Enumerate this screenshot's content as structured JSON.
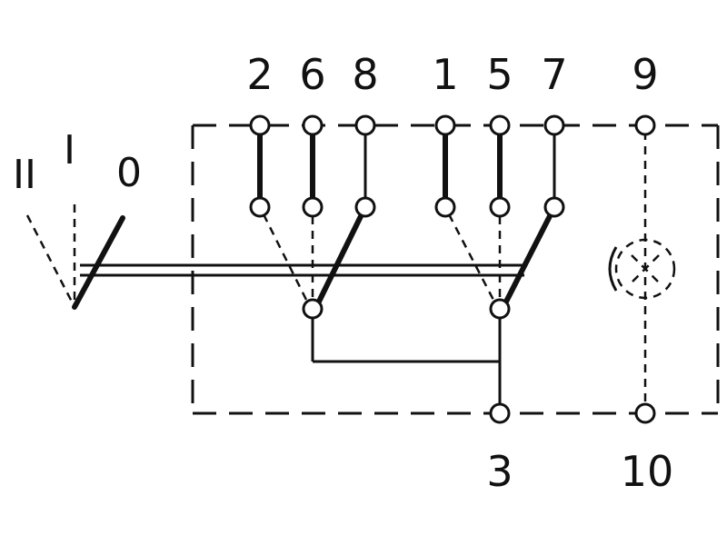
{
  "switch_positions": {
    "pos_II": "II",
    "pos_I": "I",
    "pos_0": "0"
  },
  "top_terminals": {
    "t2": "2",
    "t6": "6",
    "t8": "8",
    "t1": "1",
    "t5": "5",
    "t7": "7",
    "t9": "9"
  },
  "bottom_terminals": {
    "t3": "3",
    "t10": "10"
  },
  "colors": {
    "line": "#111111",
    "background": "#ffffff"
  }
}
